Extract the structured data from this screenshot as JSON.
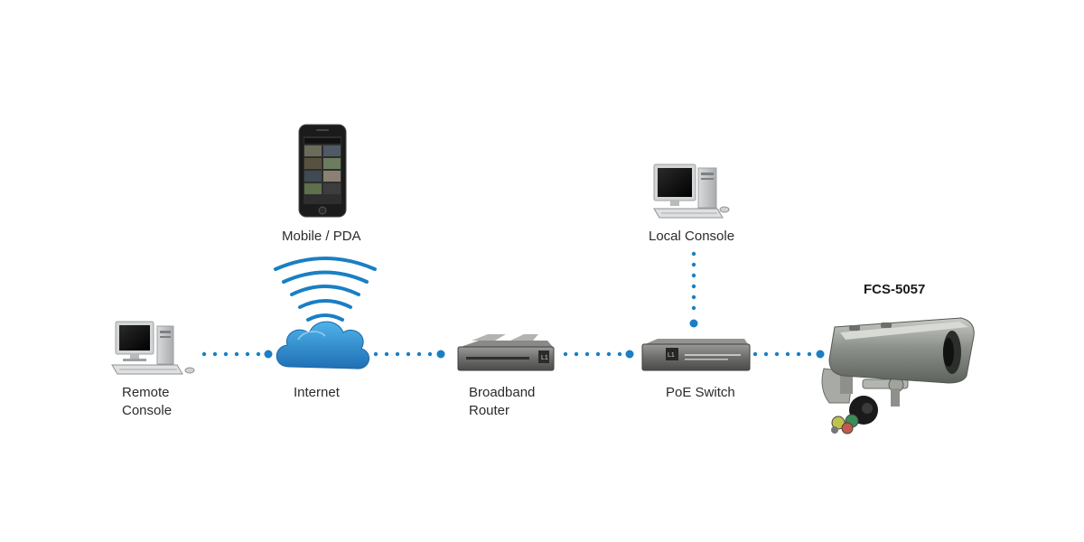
{
  "title": "FCS-5057",
  "nodes": {
    "remote_console": {
      "line1": "Remote",
      "line2": "Console",
      "icon": "desktop-computer-icon"
    },
    "internet": {
      "label": "Internet",
      "icon": "cloud-icon"
    },
    "mobile": {
      "label": "Mobile / PDA",
      "icon": "smartphone-icon"
    },
    "router": {
      "line1": "Broadband",
      "line2": "Router",
      "icon": "router-icon"
    },
    "poe_switch": {
      "label": "PoE Switch",
      "icon": "switch-icon"
    },
    "local_console": {
      "label": "Local Console",
      "icon": "desktop-computer-icon"
    },
    "camera": {
      "icon": "bullet-camera-icon"
    }
  },
  "colors": {
    "accent": "#1a7fc4",
    "label": "#2b2b2b"
  }
}
